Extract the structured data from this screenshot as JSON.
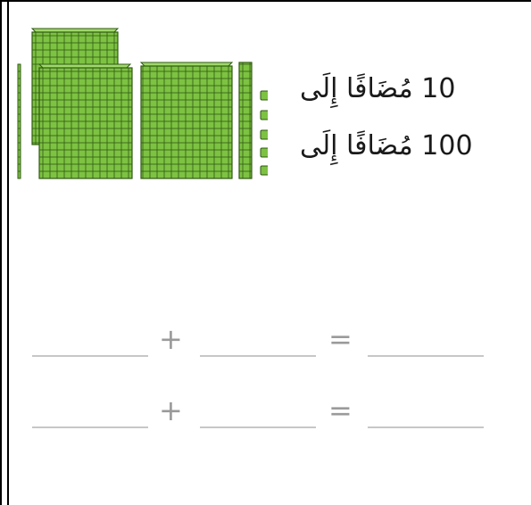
{
  "prompts": [
    {
      "number": "10",
      "phrase": "مُضَافًا إِلَى"
    },
    {
      "number": "100",
      "phrase": "مُضَافًا إِلَى"
    }
  ],
  "equations": [
    {
      "plus": "+",
      "equals": "="
    },
    {
      "plus": "+",
      "equals": "="
    }
  ],
  "base_ten_blocks": {
    "fill_color": "#7dc242",
    "line_color": "#2f5a12",
    "items": [
      {
        "kind": "hundred-flat",
        "count": 3
      },
      {
        "kind": "ten-rod",
        "count": 1
      },
      {
        "kind": "unit-cube",
        "count": 5
      }
    ]
  }
}
